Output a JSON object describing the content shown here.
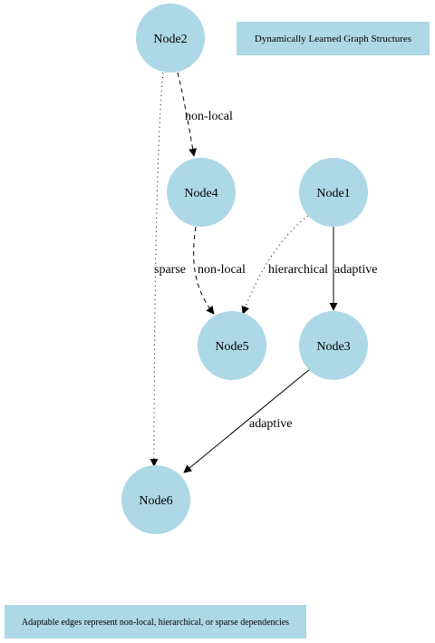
{
  "title_box": "Dynamically Learned Graph Structures",
  "caption_box": "Adaptable edges represent non-local, hierarchical, or sparse dependencies",
  "colors": {
    "node_fill": "#add8e6",
    "box_fill": "#add8e6",
    "edge": "#000000"
  },
  "nodes": [
    {
      "id": "node2",
      "label": "Node2"
    },
    {
      "id": "node4",
      "label": "Node4"
    },
    {
      "id": "node1",
      "label": "Node1"
    },
    {
      "id": "node5",
      "label": "Node5"
    },
    {
      "id": "node3",
      "label": "Node3"
    },
    {
      "id": "node6",
      "label": "Node6"
    }
  ],
  "edges": [
    {
      "from": "Node2",
      "to": "Node4",
      "label": "non-local",
      "style": "dashed"
    },
    {
      "from": "Node2",
      "to": "Node6",
      "label": "sparse",
      "style": "dotted"
    },
    {
      "from": "Node4",
      "to": "Node5",
      "label": "non-local",
      "style": "dashed"
    },
    {
      "from": "Node1",
      "to": "Node5",
      "label": "hierarchical",
      "style": "dotted"
    },
    {
      "from": "Node1",
      "to": "Node3",
      "label": "adaptive",
      "style": "solid"
    },
    {
      "from": "Node3",
      "to": "Node6",
      "label": "adaptive",
      "style": "solid"
    }
  ]
}
